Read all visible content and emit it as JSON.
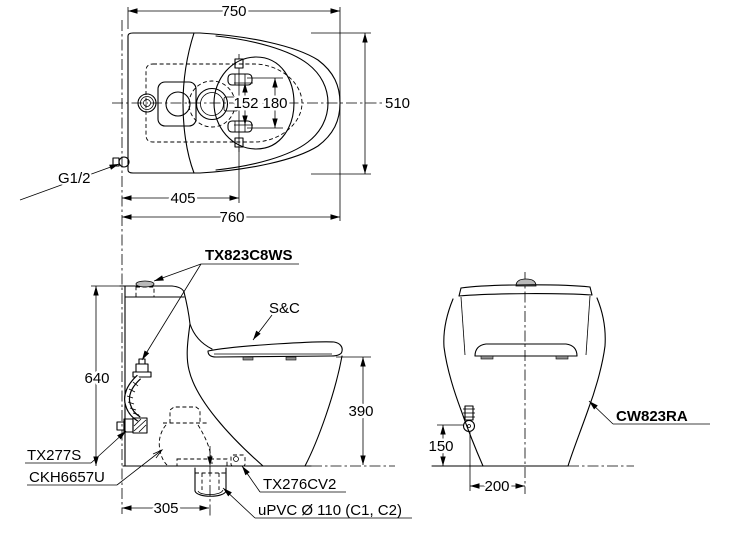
{
  "colors": {
    "line": "#000000",
    "background": "#ffffff"
  },
  "top_view": {
    "dims": {
      "overall_length": "750",
      "overall_width": "510",
      "bolt_span_inner": "152",
      "bolt_span_outer": "180",
      "wall_to_bolt": "405",
      "wall_to_front": "760"
    },
    "labels": {
      "water_inlet_thread": "G1/2"
    }
  },
  "side_view": {
    "dims": {
      "overall_height": "640",
      "seat_height": "390",
      "wall_to_outlet": "305"
    },
    "labels": {
      "cistern_fittings": "TX823C8WS",
      "seat_and_cover": "S&C",
      "stop_valve": "TX277S",
      "fixing_kit": "CKH6657U",
      "outlet_connector": "TX276CV2",
      "outlet_pipe": "uPVC Ø 110 (C1, C2)"
    }
  },
  "front_view": {
    "dims": {
      "inlet_height": "150",
      "inlet_offset": "200"
    },
    "labels": {
      "model": "CW823RA"
    }
  }
}
